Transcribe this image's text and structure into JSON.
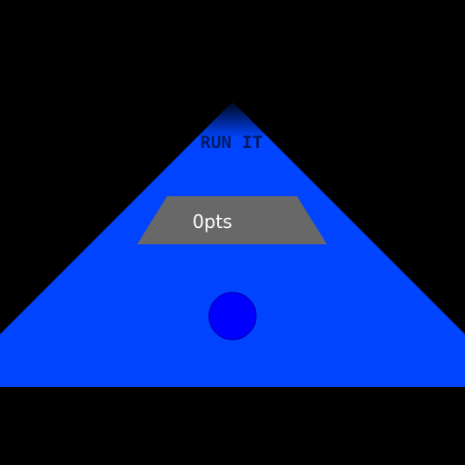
{
  "game": {
    "title": "RUN IT",
    "score_value": "0",
    "score_unit": "pts"
  },
  "colors": {
    "background": "#000000",
    "track": "#0044ff",
    "score_panel": "#686868",
    "score_text": "#ffffff",
    "title_text": "#001a66",
    "player": "#0000ff",
    "player_outline": "#0000aa"
  },
  "icons": {
    "player": "blue-ball"
  }
}
